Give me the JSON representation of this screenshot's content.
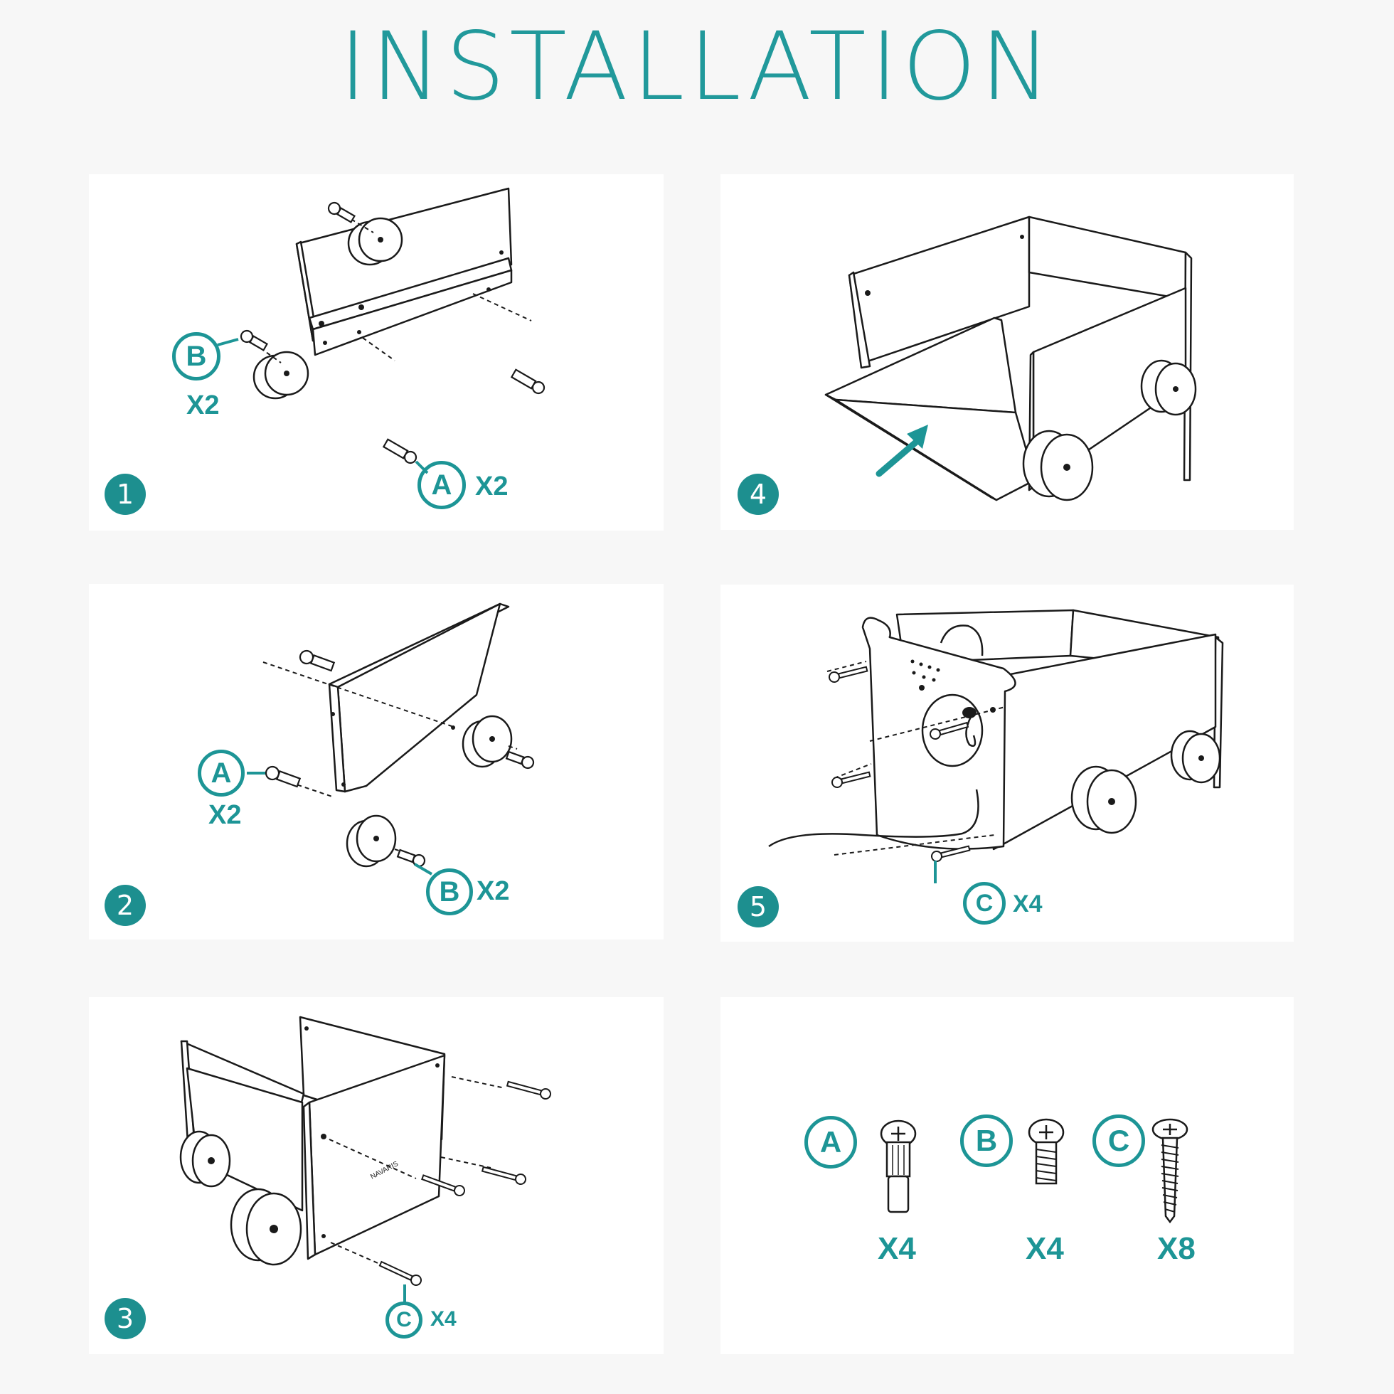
{
  "title": "INSTALLATION",
  "steps": [
    {
      "number": "1",
      "parts": [
        {
          "letter": "B",
          "qty": "X2"
        },
        {
          "letter": "A",
          "qty": "X2"
        }
      ]
    },
    {
      "number": "2",
      "parts": [
        {
          "letter": "A",
          "qty": "X2"
        },
        {
          "letter": "B",
          "qty": "X2"
        }
      ]
    },
    {
      "number": "3",
      "parts": [
        {
          "letter": "C",
          "qty": "X4"
        }
      ],
      "brand_mark": "NAVARIS"
    },
    {
      "number": "4",
      "parts": []
    },
    {
      "number": "5",
      "parts": [
        {
          "letter": "C",
          "qty": "X4"
        }
      ]
    }
  ],
  "hardware": [
    {
      "letter": "A",
      "qty": "X4",
      "icon": "pin-screw-icon"
    },
    {
      "letter": "B",
      "qty": "X4",
      "icon": "short-screw-icon"
    },
    {
      "letter": "C",
      "qty": "X8",
      "icon": "long-screw-icon"
    }
  ],
  "colors": {
    "accent": "#1d9596",
    "title": "#21999b",
    "line": "#1a1a1a"
  }
}
